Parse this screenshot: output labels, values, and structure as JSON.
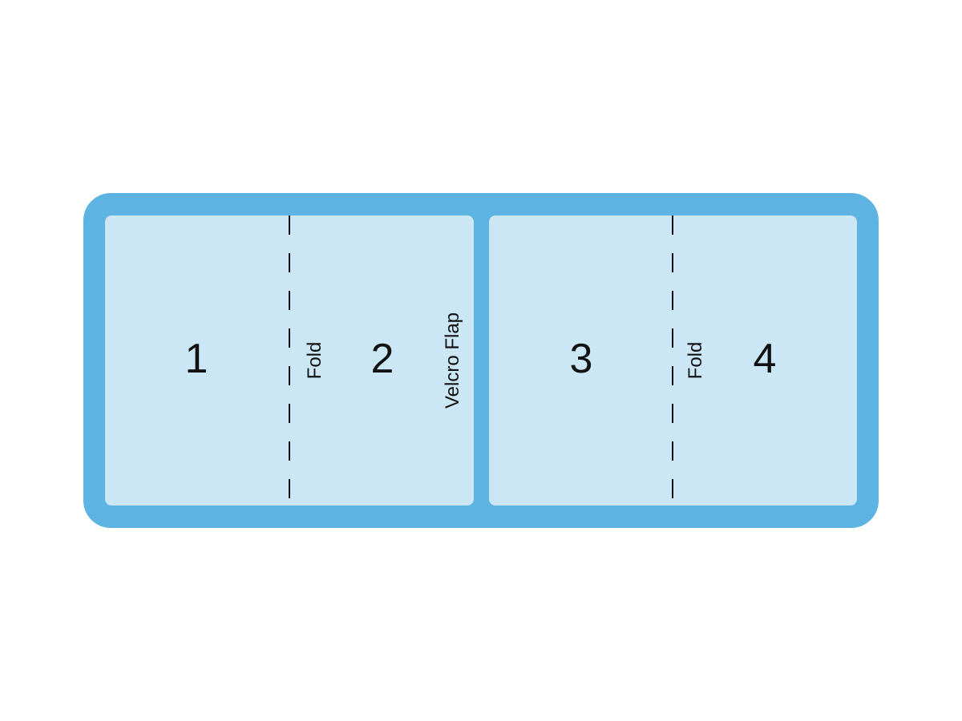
{
  "sections": {
    "one": "1",
    "two": "2",
    "three": "3",
    "four": "4"
  },
  "labels": {
    "fold_left": "Fold",
    "fold_right": "Fold",
    "velcro": "Velcro Flap"
  },
  "colors": {
    "frame": "#5db3e1",
    "panel_fill": "#cbe7f5",
    "line_and_text": "#111111",
    "background": "#ffffff"
  }
}
